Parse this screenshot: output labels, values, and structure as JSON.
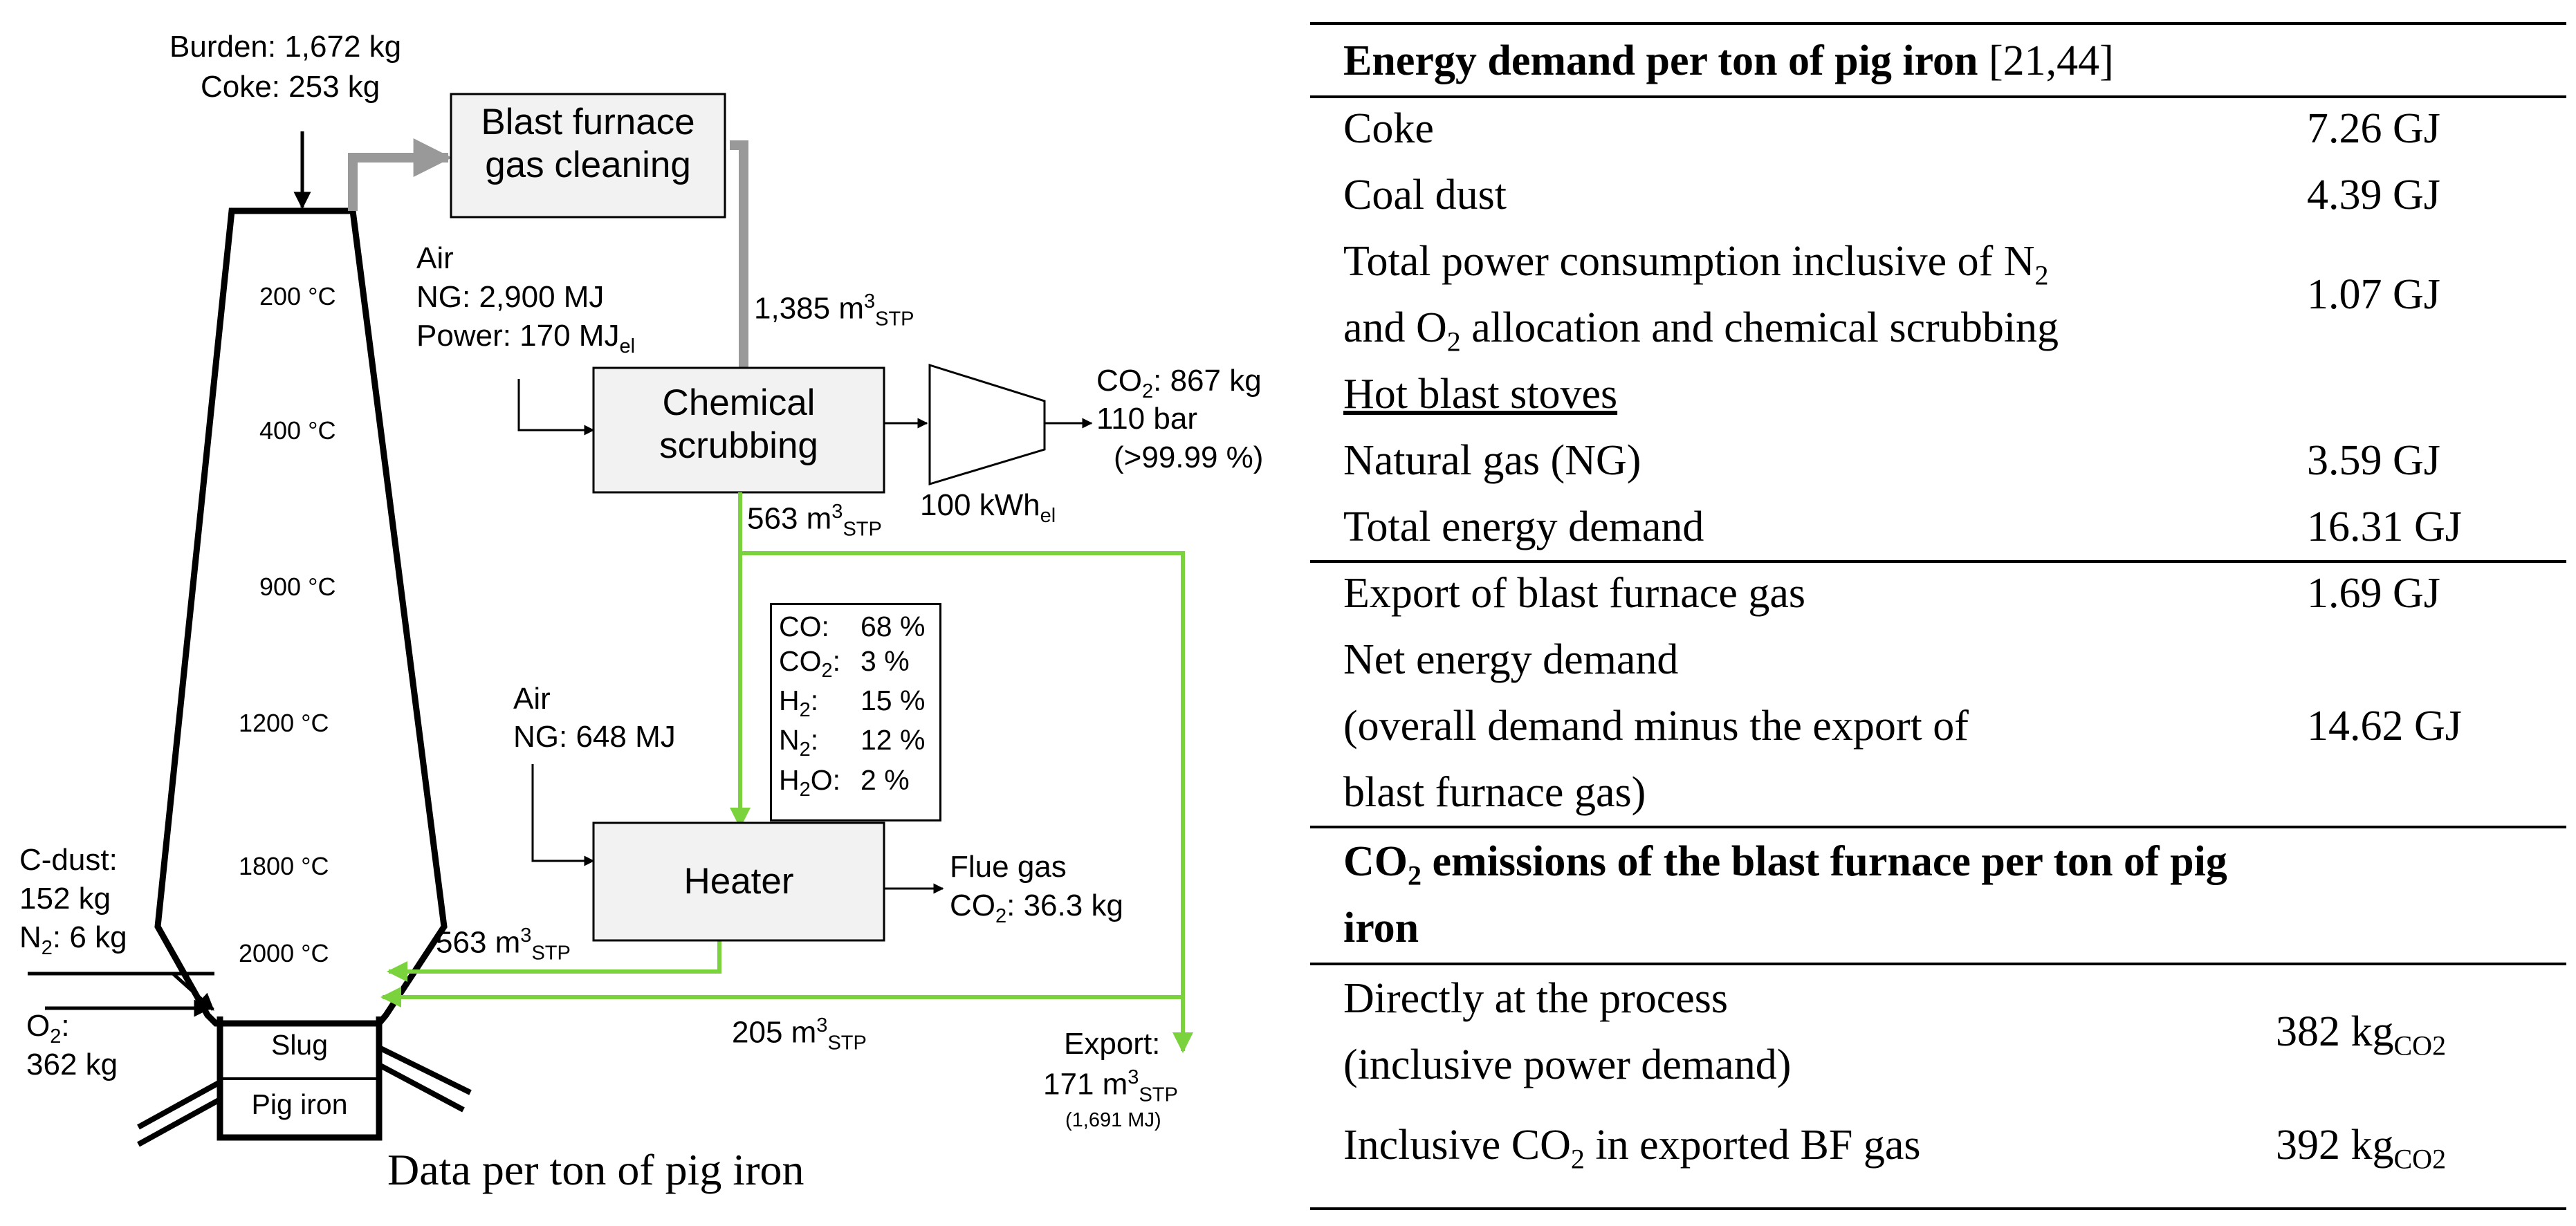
{
  "diagram": {
    "burden": "Burden: 1,672 kg",
    "coke": "Coke: 253 kg",
    "bf_gas_cleaning": [
      "Blast furnace",
      "gas cleaning"
    ],
    "temps": [
      "200 °C",
      "400 °C",
      "900 °C",
      "1200 °C",
      "1800 °C",
      "2000 °C"
    ],
    "stove_inputs": [
      "Air",
      "NG: 2,900 MJ",
      "Power: 170 MJ"
    ],
    "power_unit_sub": "el",
    "flow_1385": "1,385 m",
    "flow_563a": "563 m",
    "flow_563b": "563 m",
    "flow_205": "205 m",
    "flow_171": "171 m",
    "flow_sup": "3",
    "flow_sub": "STP",
    "scrubbing": [
      "Chemical",
      "scrubbing"
    ],
    "compressor_power": "100 kWh",
    "co2_out": [
      "CO",
      ": 867 kg",
      "110 bar",
      "(>99.99 %)"
    ],
    "composition": [
      {
        "species": "CO:",
        "value": "68 %"
      },
      {
        "species": "CO2:",
        "value": "3 %"
      },
      {
        "species": "H2:",
        "value": "15 %"
      },
      {
        "species": "N2:",
        "value": "12 %"
      },
      {
        "species": "H2O:",
        "value": "2 %"
      }
    ],
    "heater_inputs": [
      "Air",
      "NG: 648 MJ"
    ],
    "heater": "Heater",
    "flue_gas": [
      "Flue gas",
      "CO",
      ": 36.3 kg"
    ],
    "c_dust": [
      "C-dust:",
      "152 kg",
      "N",
      ": 6 kg"
    ],
    "o2": [
      "O",
      ":",
      "362 kg"
    ],
    "slug": "Slug",
    "pig_iron": "Pig iron",
    "export": [
      "Export:",
      "(1,691 MJ)"
    ],
    "caption": "Data per ton of pig iron",
    "colors": {
      "green": "#7ad23c",
      "gray": "#999999",
      "box_fill": "#f2f2f2"
    }
  },
  "table": {
    "title": "Energy demand per ton of pig iron",
    "title_ref": "[21,44]",
    "rows1": [
      {
        "label": "Coke",
        "value": "7.26 GJ"
      },
      {
        "label": "Coal dust",
        "value": "4.39 GJ"
      }
    ],
    "power_line1": "Total power consumption inclusive of N",
    "power_line2a": "and O",
    "power_line2b": " allocation and chemical scrubbing",
    "power_value": "1.07 GJ",
    "stoves_heading": "Hot blast stoves",
    "ng_label": "Natural gas (NG)",
    "ng_value": "3.59 GJ",
    "total_label": "Total energy demand",
    "total_value": "16.31 GJ",
    "export_label": "Export of blast furnace gas",
    "export_value": "1.69 GJ",
    "net_lines": [
      "Net energy demand",
      "(overall demand minus the export of",
      "blast furnace gas)"
    ],
    "net_value": "14.62 GJ",
    "co2_title_a": "CO",
    "co2_title_b": " emissions of the blast furnace per ton of pig",
    "co2_title_c": "iron",
    "direct_lines": [
      "Directly at the process",
      "(inclusive power demand)"
    ],
    "direct_value": "382 kg",
    "incl_a": "Inclusive CO",
    "incl_b": " in exported BF gas",
    "incl_value": "392 kg",
    "kg_sub": "CO2",
    "sub2": "2"
  }
}
